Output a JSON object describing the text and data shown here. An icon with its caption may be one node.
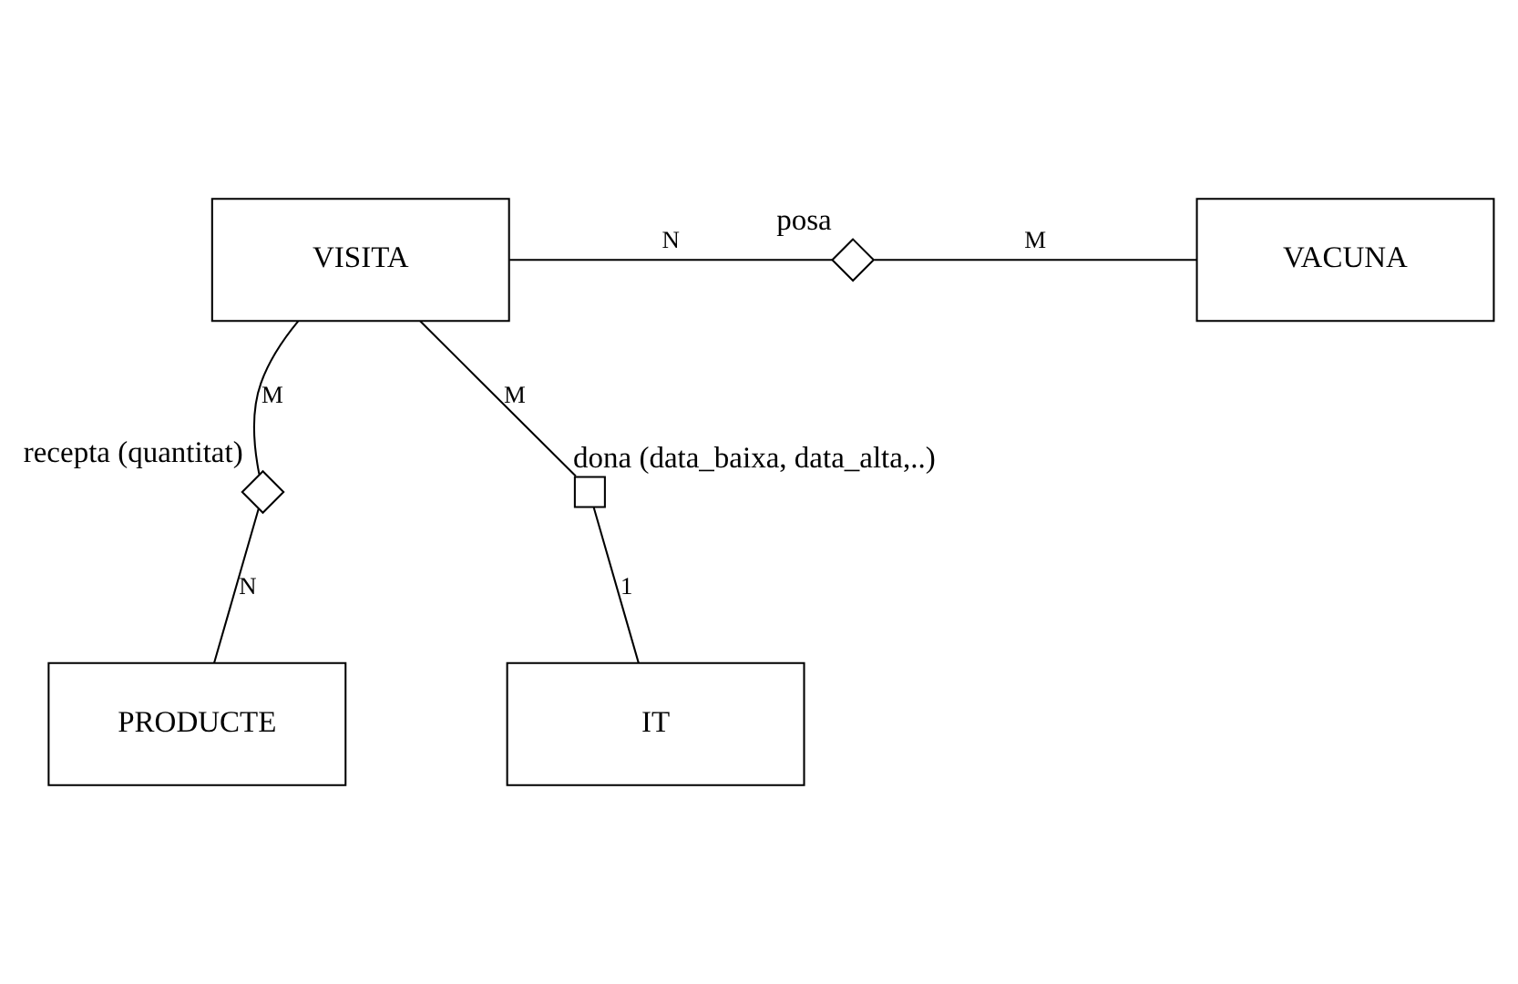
{
  "diagram": {
    "nodes": [
      {
        "text": [
          "VISITA"
        ]
      },
      {
        "text": [],
        "shape": "diamond",
        "beside": [
          "posa"
        ]
      },
      {
        "text": [
          "VACUNA"
        ]
      },
      {
        "text": [],
        "shape": "diamond",
        "beside": [
          "recepta (quantitat)"
        ]
      },
      {
        "text": [],
        "shape": "box",
        "beside": [
          "dona (data_baixa, data_alta,..)"
        ]
      },
      {
        "text": [
          "IT"
        ]
      },
      {
        "text": [
          "PRODUCTE"
        ]
      }
    ],
    "edges": [
      {
        "from": 0,
        "to": 1,
        "arrow": "none",
        "label": "N"
      },
      {
        "from": 1,
        "to": 2,
        "arrow": "none",
        "label": "M"
      },
      {
        "from": 0,
        "to": 3,
        "arrow": "none",
        "label": "M"
      },
      {
        "from": 3,
        "to": 6,
        "arrow": "none",
        "label": "N"
      },
      {
        "from": 0,
        "to": 4,
        "arrow": "none",
        "label": "M"
      },
      {
        "from": 4,
        "to": 5,
        "arrow": "none",
        "label": "1"
      }
    ]
  }
}
